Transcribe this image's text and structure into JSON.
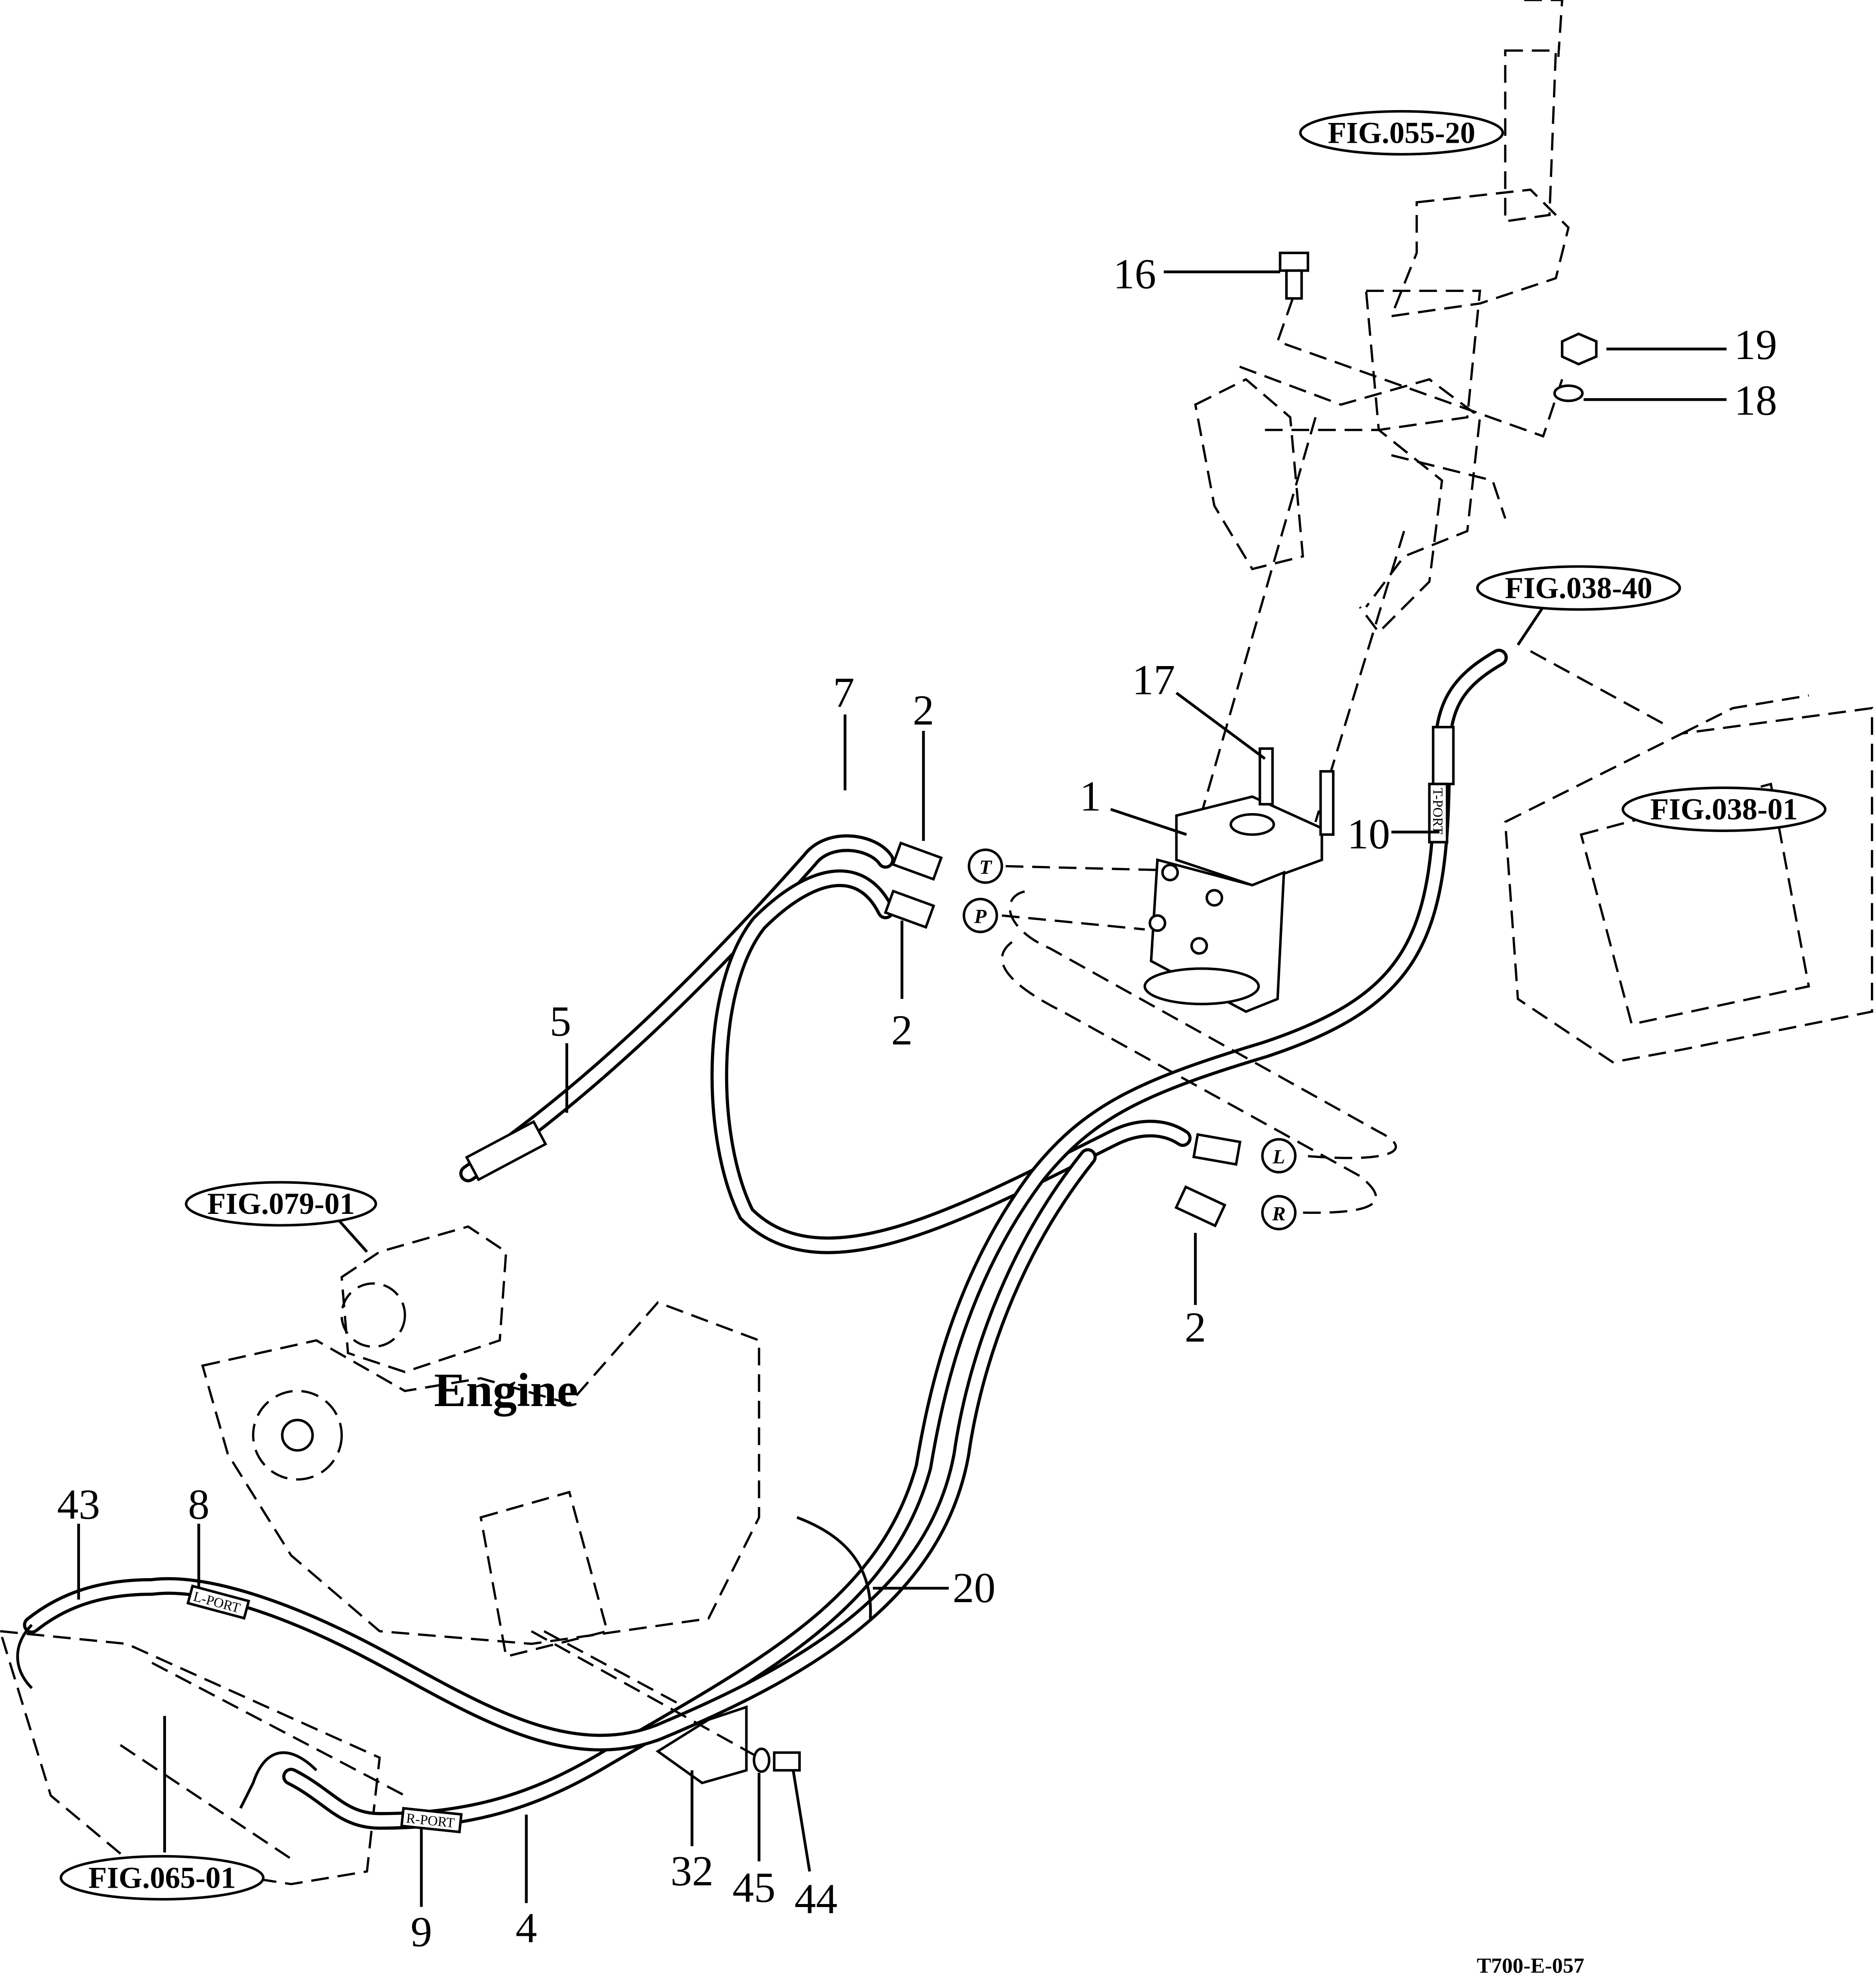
{
  "diagram_code": "T700-E-057",
  "assembly_label": "Engine",
  "figure_refs": [
    "FIG.055-20",
    "FIG.038-40",
    "FIG.038-01",
    "FIG.079-01",
    "FIG.065-01"
  ],
  "part_callouts": {
    "p16": "16",
    "p19": "19",
    "p18": "18",
    "p17": "17",
    "p7": "7",
    "p2a": "2",
    "p1": "1",
    "p10": "10",
    "p2b": "2",
    "p5": "5",
    "p2c": "2",
    "p43": "43",
    "p8": "8",
    "p20": "20",
    "p32": "32",
    "p45": "45",
    "p44": "44",
    "p9": "9",
    "p4": "4"
  },
  "port_markers": {
    "t": "T",
    "p": "P",
    "l": "L",
    "r": "R"
  },
  "hose_tags": {
    "l_port": "L-PORT",
    "r_port": "R-PORT",
    "t_port": "T-PORT"
  }
}
